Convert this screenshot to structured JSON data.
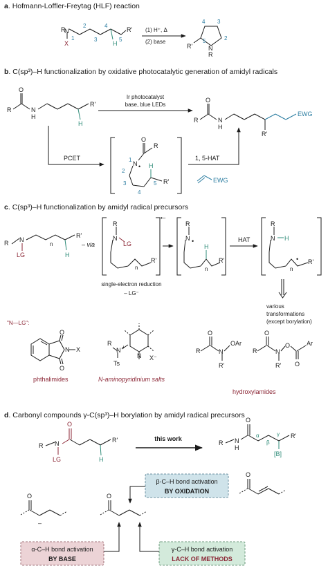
{
  "sections": {
    "a": {
      "letter": "a",
      "title": "Hofmann-Loffler-Freytag (HLF) reaction",
      "step1": "(1) H⁺, Δ",
      "step2": "(2) base"
    },
    "b": {
      "letter": "b",
      "title": "C(sp³)–H functionalization by oxidative photocatalytic generation of amidyl radicals",
      "cond1": "Ir photocatalyst",
      "cond2": "base, blue LEDs",
      "pcet": "PCET",
      "hat": "1, 5-HAT",
      "ewg": "EWG"
    },
    "c": {
      "letter": "c",
      "title": "C(sp³)–H functionalization by amidyl radical precursors",
      "via": "via",
      "hat": "HAT",
      "ser": "single-electron reduction",
      "lg_minus": "– LG⁻",
      "various1": "various",
      "various2": "transformations",
      "various3": "(except borylation)",
      "nlg": "\"N—LG\":",
      "class1": "phthalimides",
      "class2": "N-aminopyridinium salts",
      "class3": "hydroxylamides"
    },
    "d": {
      "letter": "d",
      "title": "Carbonyl compounds γ-C(sp³)–H borylation by amidyl radical precursors",
      "this_work": "this work",
      "boron": "[B]",
      "beta_line1": "β-C–H bond activation",
      "beta_line2": "BY OXIDATION",
      "alpha_line1": "α-C–H bond activation",
      "alpha_line2": "BY BASE",
      "gamma_line1": "γ-C–H bond activation",
      "gamma_line2": "LACK OF METHODS"
    }
  },
  "atoms": {
    "R": "R",
    "N": "N",
    "X": "X",
    "H": "H",
    "O": "O",
    "Rp": "R'",
    "LG": "LG",
    "Ts": "Ts",
    "OAr": "OAr",
    "Ar": "Ar",
    "n": "n",
    "dot": "•",
    "alpha": "α",
    "beta": "β",
    "gamma": "γ",
    "minus": "–",
    "rad_anion": "•–",
    "xminus": "X⁻",
    "plus": "+",
    "one": "1",
    "two": "2",
    "three": "3",
    "four": "4",
    "five": "5"
  },
  "colors": {
    "text": "#1a1a1a",
    "teal": "#2e8b78",
    "maroon": "#8b2635",
    "blue": "#2b7da1",
    "beta_fill": "#cfe3ea",
    "alpha_fill": "#ecd3d6",
    "gamma_fill": "#d3eadb"
  }
}
